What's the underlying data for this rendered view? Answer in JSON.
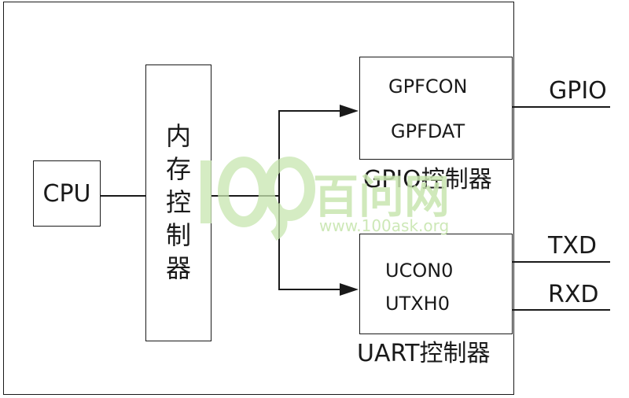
{
  "diagram": {
    "cpu": {
      "label": "CPU"
    },
    "memory_controller": {
      "label": "内\n存\n控\n制\n器"
    },
    "gpio_controller": {
      "registers": [
        "GPFCON",
        "GPFDAT"
      ],
      "caption": "GPIO控制器",
      "output": "GPIO"
    },
    "uart_controller": {
      "registers": [
        "UCON0",
        "UTXH0"
      ],
      "caption": "UART控制器",
      "outputs": [
        "TXD",
        "RXD"
      ]
    },
    "watermark": {
      "logo": "100",
      "brand": "百问网",
      "url": "www.100ask.org"
    }
  },
  "colors": {
    "line": "#1a1a1a",
    "watermark": "#c8e6b0"
  }
}
